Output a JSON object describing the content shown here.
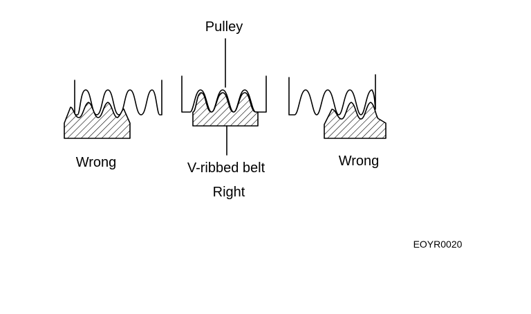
{
  "labels": {
    "pulley": "Pulley",
    "belt": "V-ribbed belt",
    "right": "Right",
    "wrong_left": "Wrong",
    "wrong_right": "Wrong",
    "figure_code": "EOYR0020"
  },
  "colors": {
    "ink": "#000000",
    "background": "#ffffff"
  }
}
